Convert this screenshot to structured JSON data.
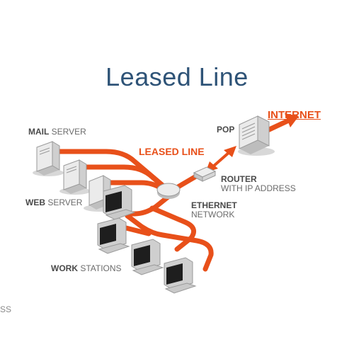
{
  "title": "Leased Line",
  "labels": {
    "mail_server_bold": "MAIL",
    "mail_server_rest": " SERVER",
    "web_server_bold": "WEB",
    "web_server_rest": " SERVER",
    "work_stations_bold": "WORK",
    "work_stations_rest": " STATIONS",
    "pop": "POP",
    "internet": "INTERNET",
    "leased_line": "LEASED LINE",
    "router_line1": "ROUTER",
    "router_line2": "WITH IP ADDRESS",
    "ethernet_line1": "ETHERNET",
    "ethernet_line2": "NETWORK",
    "edge_left": "SS"
  },
  "colors": {
    "title": "#2e5377",
    "cable": "#e8501a",
    "label": "#6b6b6b",
    "device_body": "#e4e4e4",
    "device_shadow": "#bdbdbd"
  }
}
